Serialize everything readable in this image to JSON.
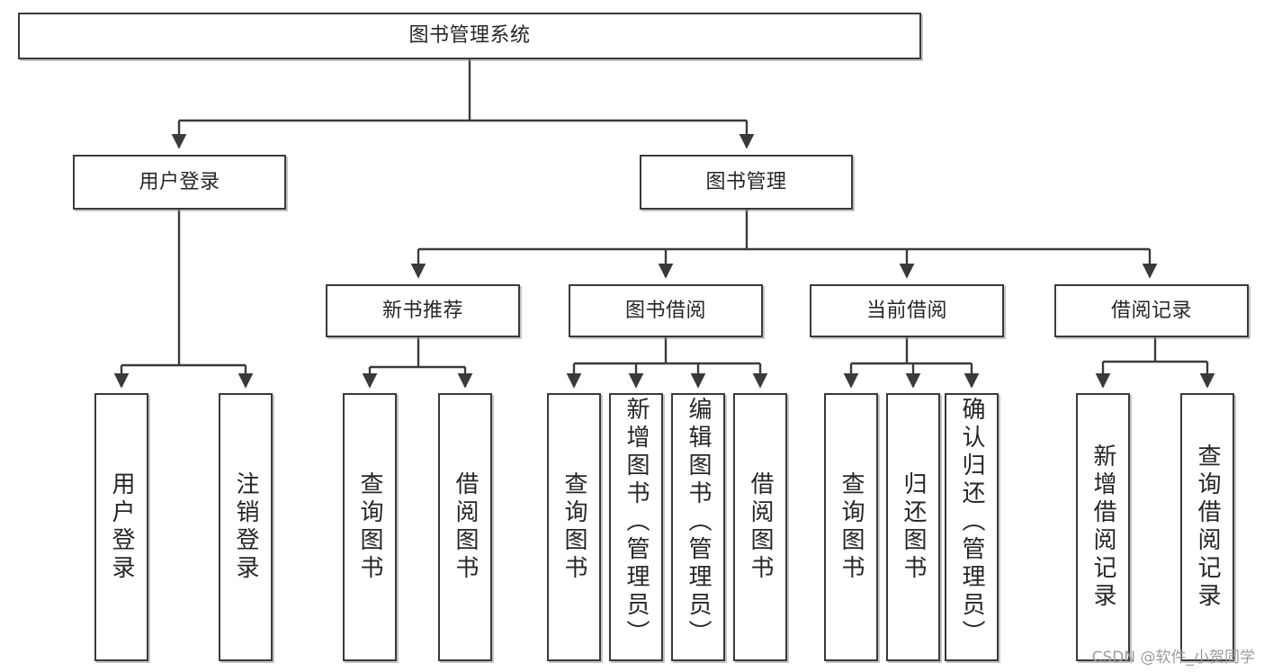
{
  "diagram": {
    "title": "图书管理系统",
    "type": "tree",
    "background_color": "#ffffff",
    "box_border_color": "#3a3a3a",
    "text_color": "#262626",
    "watermark": "CSDN @软件_小贺同学",
    "watermark_color": "#9b9b9b",
    "nodes": {
      "root": {
        "label": "图书管理系统",
        "level": 1,
        "orientation": "horizontal"
      },
      "level2": [
        {
          "id": "user-login",
          "label": "用户登录",
          "orientation": "horizontal"
        },
        {
          "id": "book-manage",
          "label": "图书管理",
          "orientation": "horizontal"
        }
      ],
      "level3": [
        {
          "id": "new-book-recommend",
          "label": "新书推荐",
          "orientation": "horizontal"
        },
        {
          "id": "book-borrow",
          "label": "图书借阅",
          "orientation": "horizontal"
        },
        {
          "id": "current-borrow",
          "label": "当前借阅",
          "orientation": "horizontal"
        },
        {
          "id": "borrow-record",
          "label": "借阅记录",
          "orientation": "horizontal"
        }
      ],
      "leaves": [
        {
          "id": "leaf-user-login",
          "label": "用户登录",
          "parent": "user-login",
          "orientation": "vertical",
          "align": "center"
        },
        {
          "id": "leaf-user-logout",
          "label": "注销登录",
          "parent": "user-login",
          "orientation": "vertical",
          "align": "center"
        },
        {
          "id": "leaf-query-book-1",
          "label": "查询图书",
          "parent": "new-book-recommend",
          "orientation": "vertical",
          "align": "center"
        },
        {
          "id": "leaf-borrow-book-1",
          "label": "借阅图书",
          "parent": "new-book-recommend",
          "orientation": "vertical",
          "align": "center"
        },
        {
          "id": "leaf-query-book-2",
          "label": "查询图书",
          "parent": "book-borrow",
          "orientation": "vertical",
          "align": "center"
        },
        {
          "id": "leaf-add-book",
          "label": "新增图书（管理员）",
          "parent": "book-borrow",
          "orientation": "vertical",
          "align": "top"
        },
        {
          "id": "leaf-edit-book",
          "label": "编辑图书（管理员）",
          "parent": "book-borrow",
          "orientation": "vertical",
          "align": "top"
        },
        {
          "id": "leaf-borrow-book-2",
          "label": "借阅图书",
          "parent": "book-borrow",
          "orientation": "vertical",
          "align": "center"
        },
        {
          "id": "leaf-query-book-3",
          "label": "查询图书",
          "parent": "current-borrow",
          "orientation": "vertical",
          "align": "center"
        },
        {
          "id": "leaf-return-book",
          "label": "归还图书",
          "parent": "current-borrow",
          "orientation": "vertical",
          "align": "center"
        },
        {
          "id": "leaf-confirm-return",
          "label": "确认归还（管理员）",
          "parent": "current-borrow",
          "orientation": "vertical",
          "align": "top"
        },
        {
          "id": "leaf-add-record",
          "label": "新增借阅记录",
          "parent": "borrow-record",
          "orientation": "vertical",
          "align": "center"
        },
        {
          "id": "leaf-query-record",
          "label": "查询借阅记录",
          "parent": "borrow-record",
          "orientation": "vertical",
          "align": "center"
        }
      ]
    }
  }
}
